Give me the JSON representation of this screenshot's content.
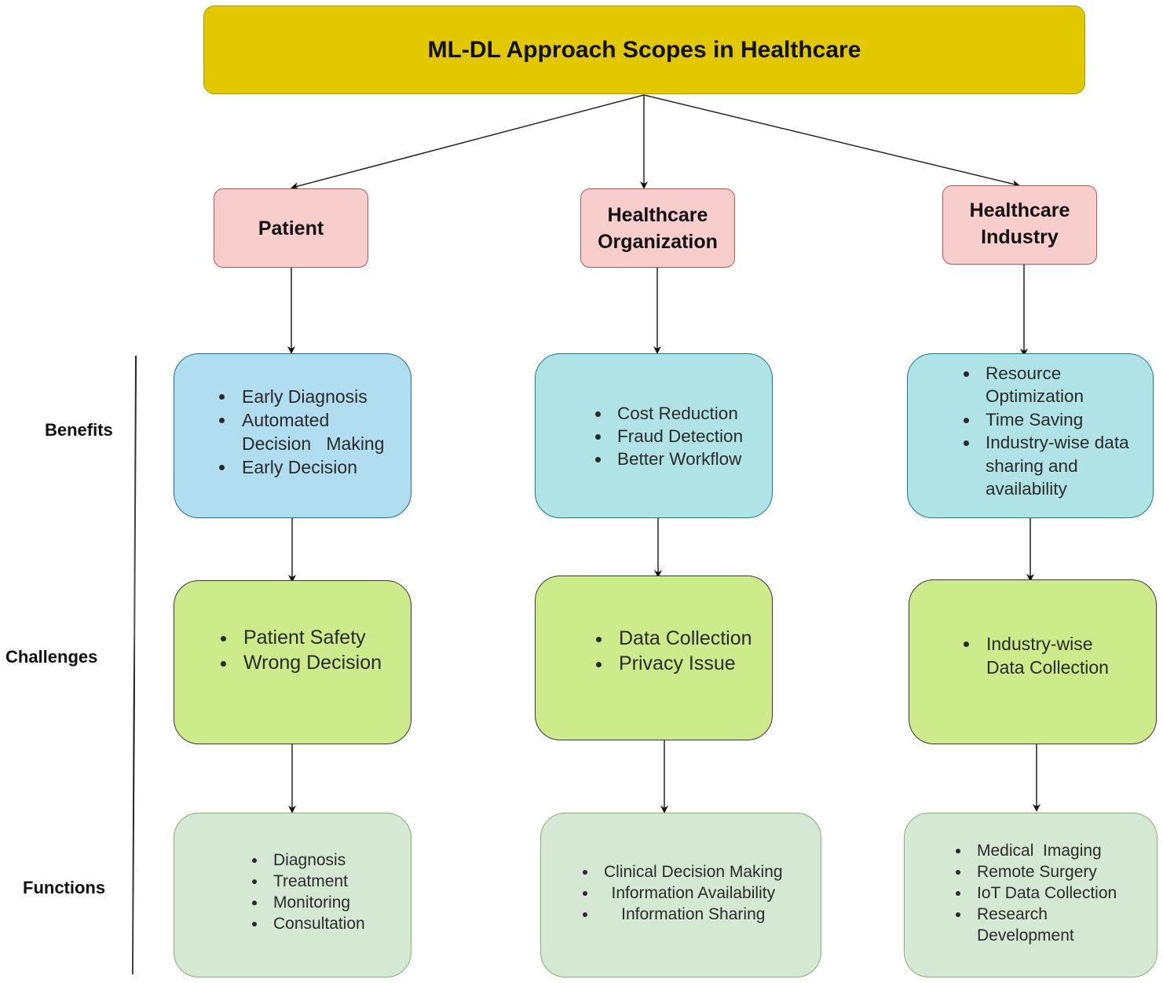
{
  "title": "ML-DL Approach Scopes in Healthcare",
  "row_labels": {
    "benefits": "Benefits",
    "challenges": "Challenges",
    "functions": "Functions"
  },
  "columns": [
    {
      "entity": [
        "Patient"
      ],
      "benefits": [
        "Early Diagnosis",
        "Automated Decision   Making",
        "Early Decision"
      ],
      "challenges": [
        "Patient Safety",
        "Wrong Decision"
      ],
      "functions": [
        "Diagnosis",
        "Treatment",
        "Monitoring",
        "Consultation"
      ]
    },
    {
      "entity": [
        "Healthcare",
        "Organization"
      ],
      "benefits": [
        "Cost Reduction",
        "Fraud Detection",
        "Better Workflow"
      ],
      "challenges": [
        "Data Collection",
        "Privacy Issue"
      ],
      "functions": [
        "Clinical Decision Making",
        "Information Availability",
        "Information Sharing"
      ]
    },
    {
      "entity": [
        "Healthcare",
        "Industry"
      ],
      "benefits": [
        "Resource Optimization",
        "Time Saving",
        "Industry-wise data sharing and availability"
      ],
      "challenges": [
        "Industry-wise Data Collection"
      ],
      "functions": [
        "Medical  Imaging",
        "Remote Surgery",
        "IoT Data Collection",
        "Research Development"
      ]
    }
  ],
  "colors": {
    "title_fill": "#e1c800",
    "entity_fill": "#f8cecc",
    "benefit_fill_patient": "#b1ddf0",
    "benefit_fill_other": "#b0e3e6",
    "challenge_fill": "#cdeb8b",
    "function_fill": "#d5e8d4"
  }
}
